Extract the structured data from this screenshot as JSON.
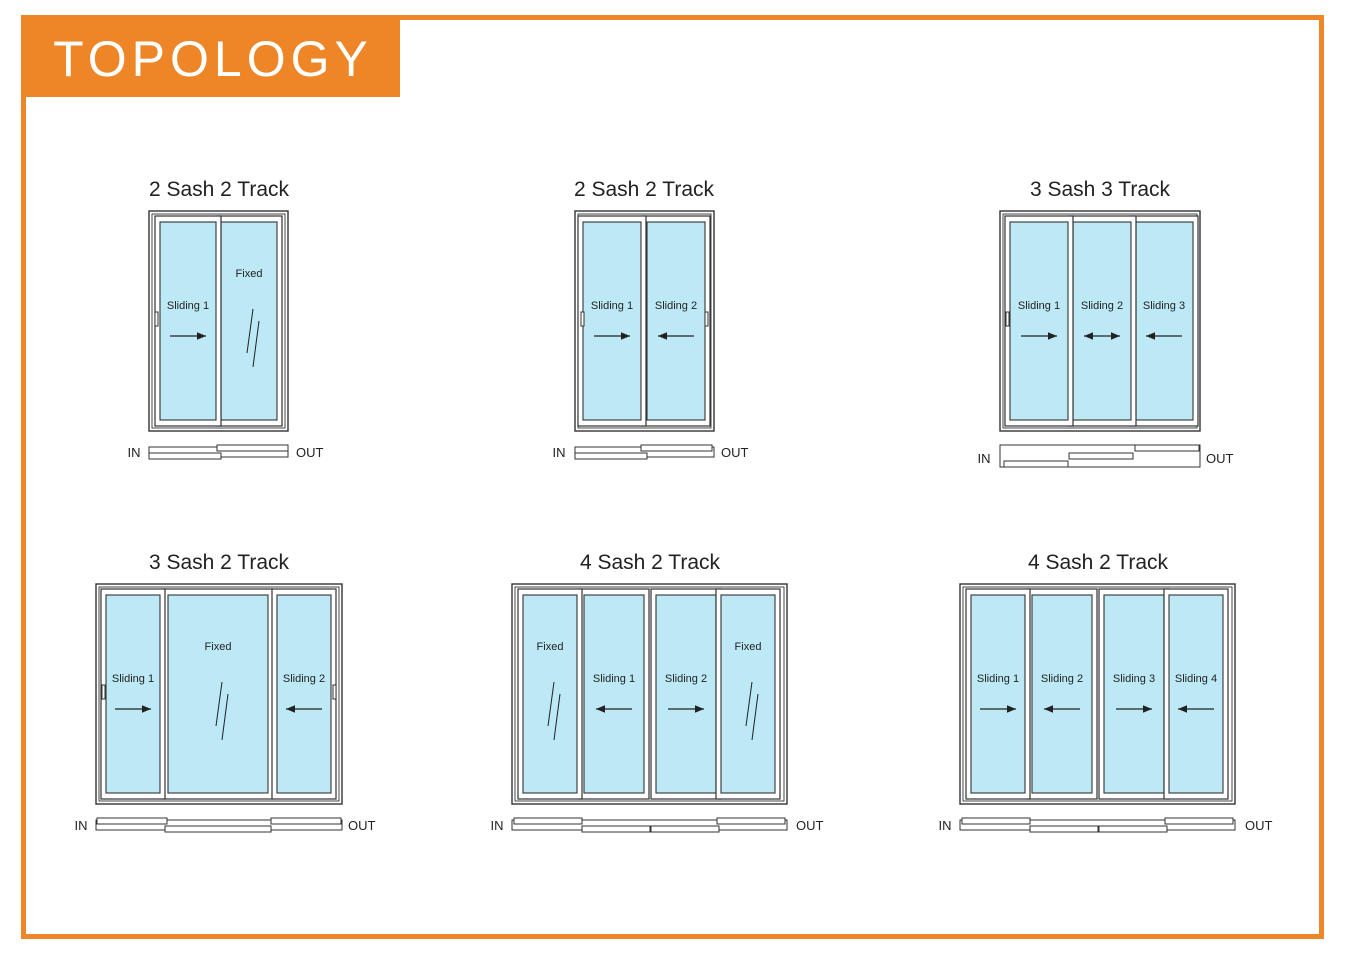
{
  "header": {
    "title": "TOPOLOGY"
  },
  "colors": {
    "accent": "#ee8627",
    "glass": "#bde9f6",
    "frame": "#333333"
  },
  "configs": [
    {
      "title": "2  Sash 2 Track",
      "panels": [
        {
          "label": "Sliding 1",
          "kind": "sliding",
          "arrow": "right"
        },
        {
          "label": "Fixed",
          "kind": "fixed"
        }
      ],
      "track": {
        "in": "IN",
        "out": "OUT"
      }
    },
    {
      "title": "2  Sash 2 Track",
      "panels": [
        {
          "label": "Sliding 1",
          "kind": "sliding",
          "arrow": "right"
        },
        {
          "label": "Sliding 2",
          "kind": "sliding",
          "arrow": "left"
        }
      ],
      "track": {
        "in": "IN",
        "out": "OUT"
      }
    },
    {
      "title": "3  Sash 3 Track",
      "panels": [
        {
          "label": "Sliding 1",
          "kind": "sliding",
          "arrow": "right"
        },
        {
          "label": "Sliding 2",
          "kind": "sliding",
          "arrow": "both"
        },
        {
          "label": "Sliding 3",
          "kind": "sliding",
          "arrow": "left"
        }
      ],
      "track": {
        "in": "IN",
        "out": "OUT"
      }
    },
    {
      "title": "3  Sash 2 Track",
      "panels": [
        {
          "label": "Sliding 1",
          "kind": "sliding",
          "arrow": "right"
        },
        {
          "label": "Fixed",
          "kind": "fixed"
        },
        {
          "label": "Sliding 2",
          "kind": "sliding",
          "arrow": "left"
        }
      ],
      "track": {
        "in": "IN",
        "out": "OUT"
      }
    },
    {
      "title": "4  Sash 2 Track",
      "panels": [
        {
          "label": "Fixed",
          "kind": "fixed"
        },
        {
          "label": "Sliding 1",
          "kind": "sliding",
          "arrow": "left"
        },
        {
          "label": "Sliding 2",
          "kind": "sliding",
          "arrow": "right"
        },
        {
          "label": "Fixed",
          "kind": "fixed"
        }
      ],
      "track": {
        "in": "IN",
        "out": "OUT"
      }
    },
    {
      "title": "4  Sash 2 Track",
      "panels": [
        {
          "label": "Sliding 1",
          "kind": "sliding",
          "arrow": "right"
        },
        {
          "label": "Sliding 2",
          "kind": "sliding",
          "arrow": "left"
        },
        {
          "label": "Sliding 3",
          "kind": "sliding",
          "arrow": "right"
        },
        {
          "label": "Sliding 4",
          "kind": "sliding",
          "arrow": "left"
        }
      ],
      "track": {
        "in": "IN",
        "out": "OUT"
      }
    }
  ]
}
